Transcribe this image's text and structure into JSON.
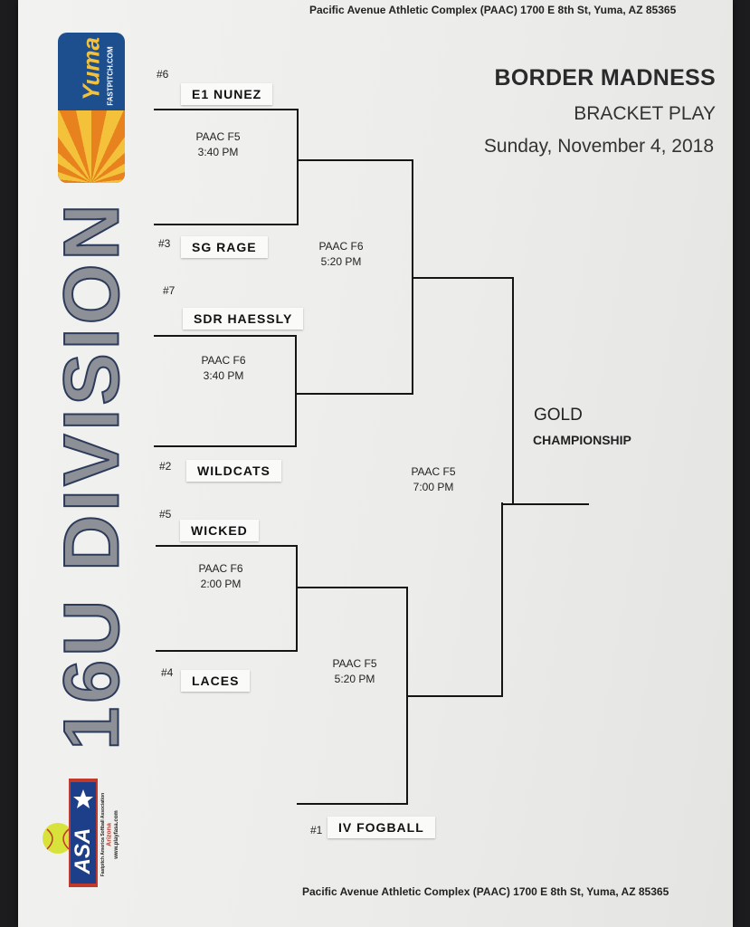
{
  "venue_top": "Pacific Avenue Athletic Complex (PAAC) 1700 E 8th St, Yuma, AZ 85365",
  "venue_bottom": "Pacific Avenue Athletic Complex (PAAC) 1700 E 8th St, Yuma, AZ 85365",
  "title": {
    "main": "BORDER MADNESS",
    "sub": "BRACKET PLAY",
    "date": "Sunday, November  4, 2018"
  },
  "division": "16U DIVISION",
  "logos": {
    "yuma_word": "Yuma",
    "yuma_sub": "FASTPITCH.COM",
    "asa_letters": "ASA",
    "asa_text": "Fastpitch America Softball Association",
    "asa_state": "Arizona",
    "asa_url": "www.playfasa.com"
  },
  "teams": [
    {
      "seed": "#6",
      "name": "E1  NUNEZ"
    },
    {
      "seed": "#3",
      "name": "SG  RAGE"
    },
    {
      "seed": "#7",
      "name": "SDR  HAESSLY"
    },
    {
      "seed": "#2",
      "name": "WILDCATS"
    },
    {
      "seed": "#5",
      "name": "WICKED"
    },
    {
      "seed": "#4",
      "name": "LACES"
    },
    {
      "seed": "#1",
      "name": "IV  FOGBALL"
    }
  ],
  "games": [
    {
      "field": "PAAC F5",
      "time": "3:40 PM"
    },
    {
      "field": "PAAC F6",
      "time": "3:40 PM"
    },
    {
      "field": "PAAC F6",
      "time": "2:00 PM"
    },
    {
      "field": "PAAC F6",
      "time": "5:20 PM"
    },
    {
      "field": "PAAC F5",
      "time": "5:20 PM"
    },
    {
      "field": "PAAC F5",
      "time": "7:00 PM"
    }
  ],
  "championship": {
    "label": "GOLD",
    "sub": "CHAMPIONSHIP"
  }
}
